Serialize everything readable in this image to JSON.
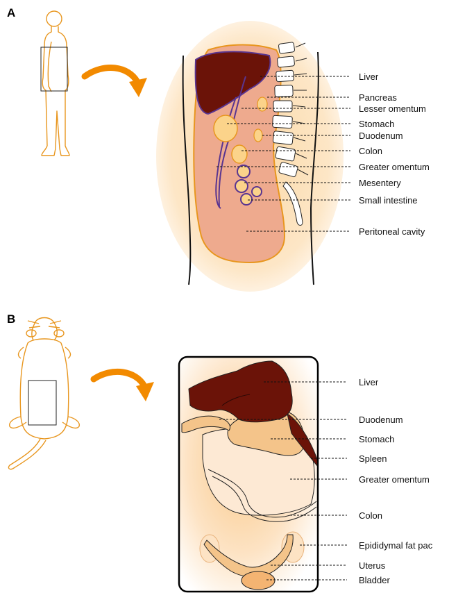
{
  "panel_a": {
    "letter": "A",
    "labels": [
      "Liver",
      "Pancreas",
      "Lesser omentum",
      "Stomach",
      "Duodenum",
      "Colon",
      "Greater omentum",
      "Mesentery",
      "Small intestine",
      "Peritoneal cavity"
    ]
  },
  "panel_b": {
    "letter": "B",
    "labels": [
      "Liver",
      "Duodenum",
      "Stomach",
      "Spleen",
      "Greater omentum",
      "Colon",
      "Epididymal fat pac",
      "Uterus",
      "Bladder"
    ]
  },
  "colors": {
    "outline_orange": "#e8961e",
    "liver": "#6b1308",
    "peritoneum": "#eeaa8e",
    "tissue_glow": "#fbe2bc",
    "omentum_line": "#5a3590",
    "organ_yellow": "#fbd38a",
    "arrow": "#f28a00",
    "stomach_b": "#f4c48a",
    "omentum_b": "#fde9d4"
  }
}
